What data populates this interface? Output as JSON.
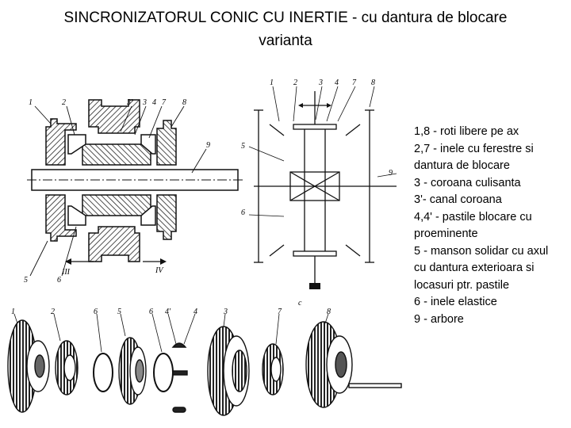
{
  "title": {
    "line1": "SINCRONIZATORUL CONIC CU INERTIE - cu dantura de blocare",
    "line2": "varianta"
  },
  "legend": {
    "lines": [
      "1,8 - roti libere pe ax",
      "2,7 - inele cu ferestre si",
      "dantura de blocare",
      "3 - coroana culisanta",
      "3'- canal coroana",
      "4,4' - pastile blocare cu",
      "proeminente",
      "5 - manson solidar cu axul",
      "cu dantura exterioara si",
      "locasuri ptr. pastile",
      "6 - inele elastice",
      "9 - arbore"
    ]
  },
  "section_drawing": {
    "labels": {
      "l1": "1",
      "l2": "2",
      "l3p": "3'",
      "l3": "3",
      "l4": "4",
      "l7": "7",
      "l8": "8",
      "l9": "9",
      "l5": "5",
      "l6": "6",
      "l_III": "III",
      "l_IV": "IV"
    }
  },
  "schematic": {
    "labels": {
      "l1": "1",
      "l2": "2",
      "l3": "3",
      "l4": "4",
      "l7": "7",
      "l8": "8",
      "l5": "5",
      "l6": "6",
      "l9": "9",
      "lc": "c"
    }
  },
  "exploded": {
    "labels": {
      "l1": "1",
      "l2": "2",
      "l6a": "6",
      "l5": "5",
      "l6b": "6",
      "l4p": "4'",
      "l4": "4",
      "l3": "3",
      "l7": "7",
      "l8": "8"
    }
  }
}
